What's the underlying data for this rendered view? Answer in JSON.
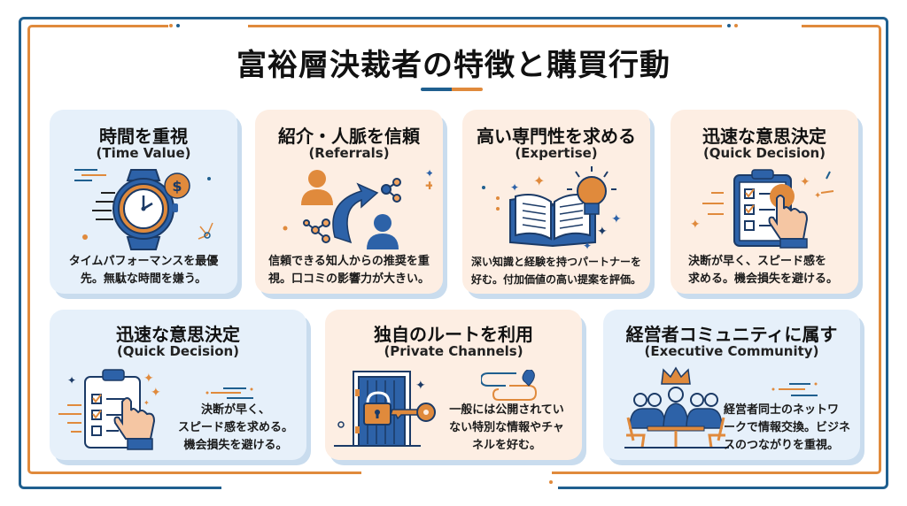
{
  "title": "富裕層決裁者の特徴と購買行動",
  "colors": {
    "blue": "#1f5f8f",
    "orange": "#e08a3c",
    "card_blue": "#e6f0fa",
    "card_peach": "#fdeee3",
    "card_shadow": "#c9dcee"
  },
  "cards": [
    {
      "title": "時間を重視",
      "subtitle": "(Time Value)",
      "desc_line1": "タイムパフォーマンスを最優",
      "desc_line2": "先。無駄な時間を嫌う。",
      "icon": "watch-dollar-icon"
    },
    {
      "title": "紹介・人脈を信頼",
      "subtitle": "(Referrals)",
      "desc_line1": "信頼できる知人からの推奨を重",
      "desc_line2": "視。口コミの影響力が大きい。",
      "icon": "referral-network-icon"
    },
    {
      "title": "高い専門性を求める",
      "subtitle": "(Expertise)",
      "desc_line1": "深い知識と経験を持つパートナーを",
      "desc_line2": "好む。付加価値の高い提案を評価。",
      "icon": "book-lightbulb-icon"
    },
    {
      "title": "迅速な意思決定",
      "subtitle": "(Quick Decision)",
      "desc_line1": "決断が早く、スピード感を",
      "desc_line2": "求める。機会損失を避ける。",
      "icon": "clipboard-checklist-icon"
    },
    {
      "title": "迅速な意思決定",
      "subtitle": "(Quick Decision)",
      "desc_line1": "決断が早く、",
      "desc_line2": "スピード感を求める。",
      "desc_line3": "機会損失を避ける。",
      "icon": "clipboard-checklist-icon"
    },
    {
      "title": "独自のルートを利用",
      "subtitle": "(Private Channels)",
      "desc_line1": "一般には公開されてい",
      "desc_line2": "ない特別な情報やチャ",
      "desc_line3": "ネルを好む。",
      "icon": "locked-door-key-icon"
    },
    {
      "title": "経営者コミュニティに属す",
      "subtitle": "(Executive Community)",
      "desc_line1": "経営者同士のネットワ",
      "desc_line2": "ークで情報交換。ビジネ",
      "desc_line3": "スのつながりを重視。",
      "icon": "executive-meeting-icon"
    }
  ]
}
